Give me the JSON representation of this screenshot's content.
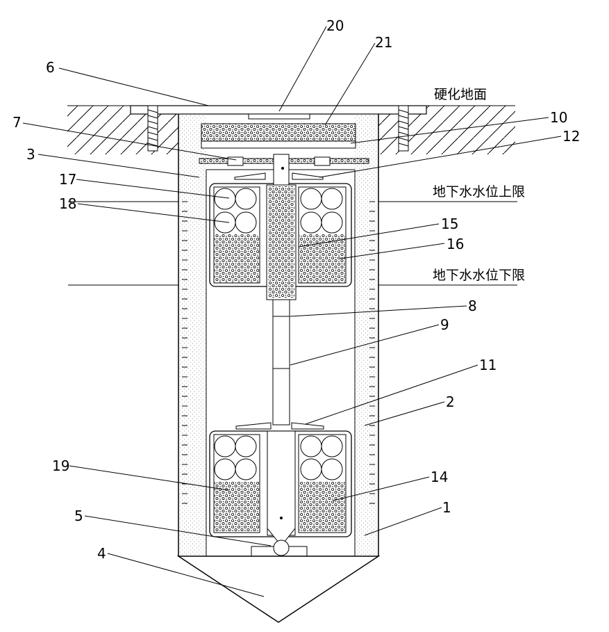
{
  "labels": {
    "ground": "硬化地面",
    "water_upper": "地下水水位上限",
    "water_lower": "地下水水位下限"
  },
  "numbers": {
    "n1": "1",
    "n2": "2",
    "n3": "3",
    "n4": "4",
    "n5": "5",
    "n6": "6",
    "n7": "7",
    "n8": "8",
    "n9": "9",
    "n10": "10",
    "n11": "11",
    "n12": "12",
    "n14": "14",
    "n15": "15",
    "n16": "16",
    "n17": "17",
    "n18": "18",
    "n19": "19",
    "n20": "20",
    "n21": "21"
  },
  "colors": {
    "line": "#000000",
    "fill": "#ffffff"
  }
}
